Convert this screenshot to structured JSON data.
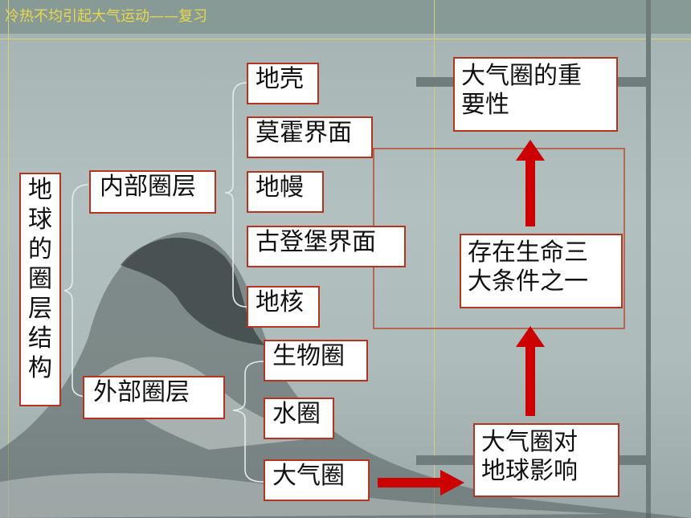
{
  "title": "冷热不均引起大气运动——复习",
  "root": "地球的圈层结构",
  "internal": {
    "label": "内部圈层",
    "items": [
      "地壳",
      "莫霍界面",
      "地幔",
      "古登堡界面",
      "地核"
    ]
  },
  "external": {
    "label": "外部圈层",
    "items": [
      "生物圈",
      "水圈",
      "大气圈"
    ]
  },
  "effect": {
    "influence": [
      "大气圈对",
      "地球影响"
    ],
    "condition": [
      "存在生命三",
      "大条件之一"
    ],
    "importance": [
      "大气圈的重",
      "要性"
    ]
  },
  "colors": {
    "title": "#e8d84a",
    "arrow": "#cc0000",
    "box_border": "#b5341f"
  }
}
